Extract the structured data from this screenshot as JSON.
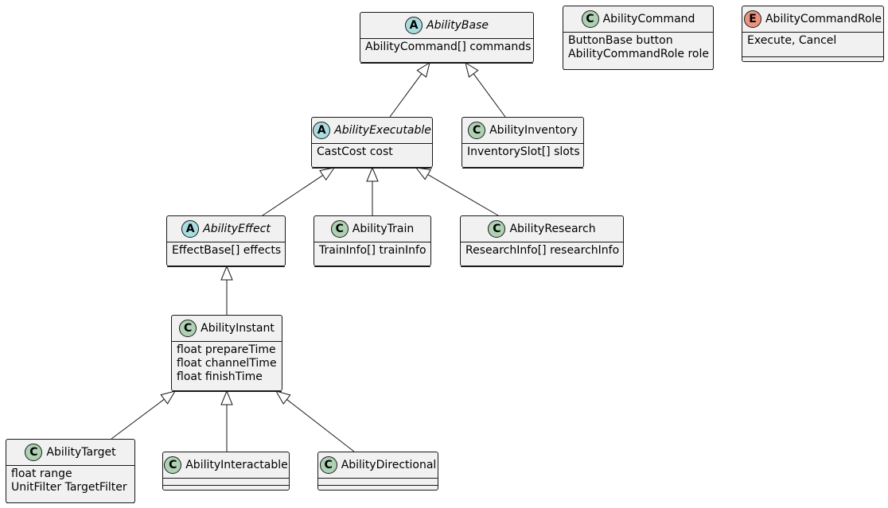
{
  "diagram": {
    "classes": [
      {
        "id": "AbilityBase",
        "kind": "abstract",
        "badge": "A",
        "name": "AbilityBase",
        "italic": true,
        "attributes": [
          "AbilityCommand[] commands"
        ]
      },
      {
        "id": "AbilityCommand",
        "kind": "class",
        "badge": "C",
        "name": "AbilityCommand",
        "italic": false,
        "attributes": [
          "ButtonBase button",
          "AbilityCommandRole role"
        ]
      },
      {
        "id": "AbilityCommandRole",
        "kind": "enum",
        "badge": "E",
        "name": "AbilityCommandRole",
        "italic": false,
        "attributes": [
          "Execute, Cancel"
        ]
      },
      {
        "id": "AbilityExecutable",
        "kind": "abstract",
        "badge": "A",
        "name": "AbilityExecutable",
        "italic": true,
        "attributes": [
          "CastCost cost"
        ]
      },
      {
        "id": "AbilityInventory",
        "kind": "class",
        "badge": "C",
        "name": "AbilityInventory",
        "italic": false,
        "attributes": [
          "InventorySlot[] slots"
        ]
      },
      {
        "id": "AbilityEffect",
        "kind": "abstract",
        "badge": "A",
        "name": "AbilityEffect",
        "italic": true,
        "attributes": [
          "EffectBase[] effects"
        ]
      },
      {
        "id": "AbilityTrain",
        "kind": "class",
        "badge": "C",
        "name": "AbilityTrain",
        "italic": false,
        "attributes": [
          "TrainInfo[] trainInfo"
        ]
      },
      {
        "id": "AbilityResearch",
        "kind": "class",
        "badge": "C",
        "name": "AbilityResearch",
        "italic": false,
        "attributes": [
          "ResearchInfo[] researchInfo"
        ]
      },
      {
        "id": "AbilityInstant",
        "kind": "class",
        "badge": "C",
        "name": "AbilityInstant",
        "italic": false,
        "attributes": [
          "float prepareTime",
          "float channelTime",
          "float finishTime"
        ]
      },
      {
        "id": "AbilityTarget",
        "kind": "class",
        "badge": "C",
        "name": "AbilityTarget",
        "italic": false,
        "attributes": [
          "float range",
          "UnitFilter TargetFilter"
        ]
      },
      {
        "id": "AbilityInteractable",
        "kind": "class",
        "badge": "C",
        "name": "AbilityInteractable",
        "italic": false,
        "attributes": []
      },
      {
        "id": "AbilityDirectional",
        "kind": "class",
        "badge": "C",
        "name": "AbilityDirectional",
        "italic": false,
        "attributes": []
      }
    ],
    "inheritance": [
      {
        "child": "AbilityExecutable",
        "parent": "AbilityBase"
      },
      {
        "child": "AbilityInventory",
        "parent": "AbilityBase"
      },
      {
        "child": "AbilityEffect",
        "parent": "AbilityExecutable"
      },
      {
        "child": "AbilityTrain",
        "parent": "AbilityExecutable"
      },
      {
        "child": "AbilityResearch",
        "parent": "AbilityExecutable"
      },
      {
        "child": "AbilityInstant",
        "parent": "AbilityEffect"
      },
      {
        "child": "AbilityTarget",
        "parent": "AbilityInstant"
      },
      {
        "child": "AbilityInteractable",
        "parent": "AbilityInstant"
      },
      {
        "child": "AbilityDirectional",
        "parent": "AbilityInstant"
      }
    ],
    "colors": {
      "box_fill": "#f1f1f1",
      "border": "#181818",
      "abstract_badge": "#a9dcdf",
      "class_badge": "#add1b2",
      "enum_badge": "#eb937f"
    }
  }
}
